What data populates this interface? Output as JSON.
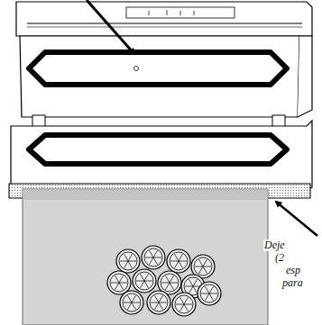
{
  "diagram": {
    "labels": [
      "Deje",
      "(2",
      "esp",
      "para"
    ]
  }
}
